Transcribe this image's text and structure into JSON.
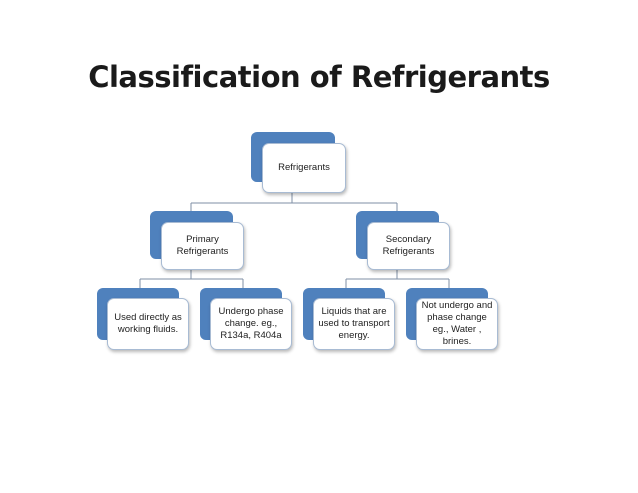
{
  "title": "Classification of Refrigerants",
  "colors": {
    "tab": "#4f81bd",
    "card_border": "#a8bbd3",
    "connector": "#7f8fa6"
  },
  "nodes": {
    "root": {
      "label": "Refrigerants"
    },
    "primary": {
      "label": "Primary Refrigerants"
    },
    "secondary": {
      "label": "Secondary Refrigerants"
    },
    "used_directly": {
      "label": "Used directly as working fluids."
    },
    "undergo_phase": {
      "label": "Undergo phase change. eg., R134a, R404a"
    },
    "liquids_transport": {
      "label": "Liquids that are used to transport energy."
    },
    "not_undergo": {
      "label": "Not undergo and phase change eg., Water , brines."
    }
  }
}
